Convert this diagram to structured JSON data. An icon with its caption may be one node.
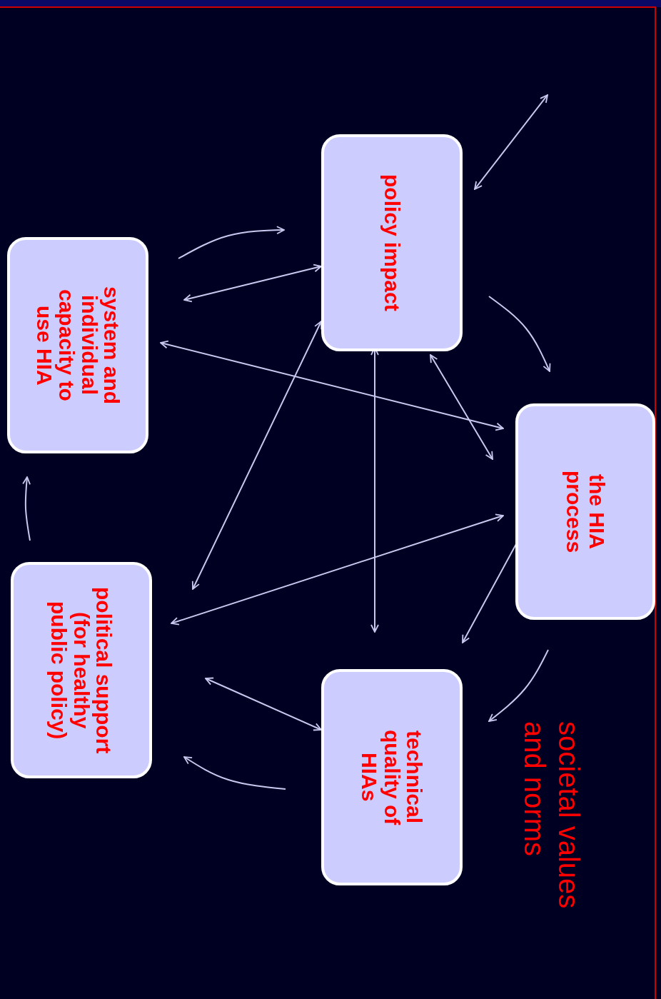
{
  "diagram": {
    "nodes": [
      {
        "text": [
          "policy impact"
        ]
      },
      {
        "text": [
          "the HIA process"
        ]
      },
      {
        "text": [
          "technical quality of HIAs"
        ]
      },
      {
        "text": [
          "political support (for healthy public policy)"
        ]
      },
      {
        "text": [
          "system and individual capacity to use HIA"
        ]
      }
    ],
    "edges": [
      {
        "from": 0,
        "to": null,
        "arrow": "both"
      },
      {
        "from": 0,
        "to": 1,
        "arrow": "to"
      },
      {
        "from": 0,
        "to": 1,
        "arrow": "both"
      },
      {
        "from": 4,
        "to": 1,
        "arrow": "both"
      },
      {
        "from": 0,
        "to": 2,
        "arrow": "both"
      },
      {
        "from": 1,
        "to": 2,
        "arrow": "both"
      },
      {
        "from": 1,
        "to": 2,
        "arrow": "to"
      },
      {
        "from": 3,
        "to": 1,
        "arrow": "both"
      },
      {
        "from": 0,
        "to": 3,
        "arrow": "both"
      },
      {
        "from": 3,
        "to": 2,
        "arrow": "both"
      },
      {
        "from": 2,
        "to": 3,
        "arrow": "to"
      },
      {
        "from": 3,
        "to": 4,
        "arrow": "to"
      },
      {
        "from": 4,
        "to": 0,
        "arrow": "both"
      },
      {
        "from": 4,
        "to": 0,
        "arrow": "to"
      }
    ],
    "labels": [
      "societal values and norms"
    ]
  }
}
